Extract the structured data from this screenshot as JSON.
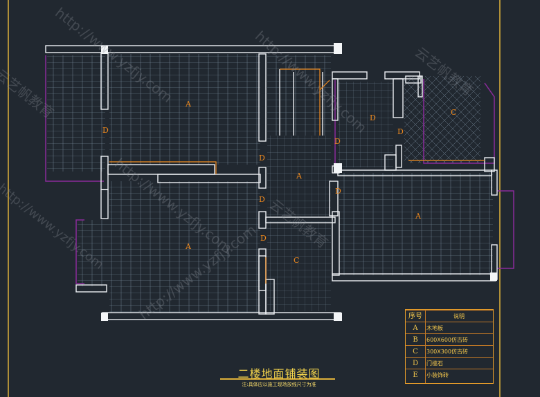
{
  "drawing": {
    "title": "二楼地面铺装图",
    "note": "注:具体应以施工现场放线尺寸为准"
  },
  "legend": {
    "header_code": "序号",
    "header_desc": "说明",
    "rows": [
      {
        "code": "A",
        "desc": "木地板"
      },
      {
        "code": "B",
        "desc": "600X600仿古砖"
      },
      {
        "code": "C",
        "desc": "300X300仿古砖"
      },
      {
        "code": "D",
        "desc": "门槛石"
      },
      {
        "code": "E",
        "desc": "小装饰砖"
      }
    ]
  },
  "watermarks": {
    "brand": "云艺帆教育",
    "url": "http://www.yzfjy.com"
  },
  "colors": {
    "background": "#212830",
    "wall": "#eef1f4",
    "hatch": "#7c8e9c",
    "label": "#f08a1e",
    "accent": "#e0b23a",
    "purple": "#8a2a9a"
  },
  "room_labels": [
    {
      "id": "room-a-upper-left",
      "text": "A"
    },
    {
      "id": "room-a-center",
      "text": "A"
    },
    {
      "id": "room-a-lower-left",
      "text": "A"
    },
    {
      "id": "room-a-right",
      "text": "A"
    },
    {
      "id": "room-c-upper-right",
      "text": "C"
    },
    {
      "id": "room-c-lower",
      "text": "C"
    },
    {
      "id": "door-d-left",
      "text": "D"
    },
    {
      "id": "door-d-center-1",
      "text": "D"
    },
    {
      "id": "door-d-center-2",
      "text": "D"
    },
    {
      "id": "door-d-center-3",
      "text": "D"
    },
    {
      "id": "door-d-right-1",
      "text": "D"
    },
    {
      "id": "door-d-right-2",
      "text": "D"
    },
    {
      "id": "door-d-bath",
      "text": "D"
    },
    {
      "id": "door-d-bath-2",
      "text": "D"
    }
  ]
}
